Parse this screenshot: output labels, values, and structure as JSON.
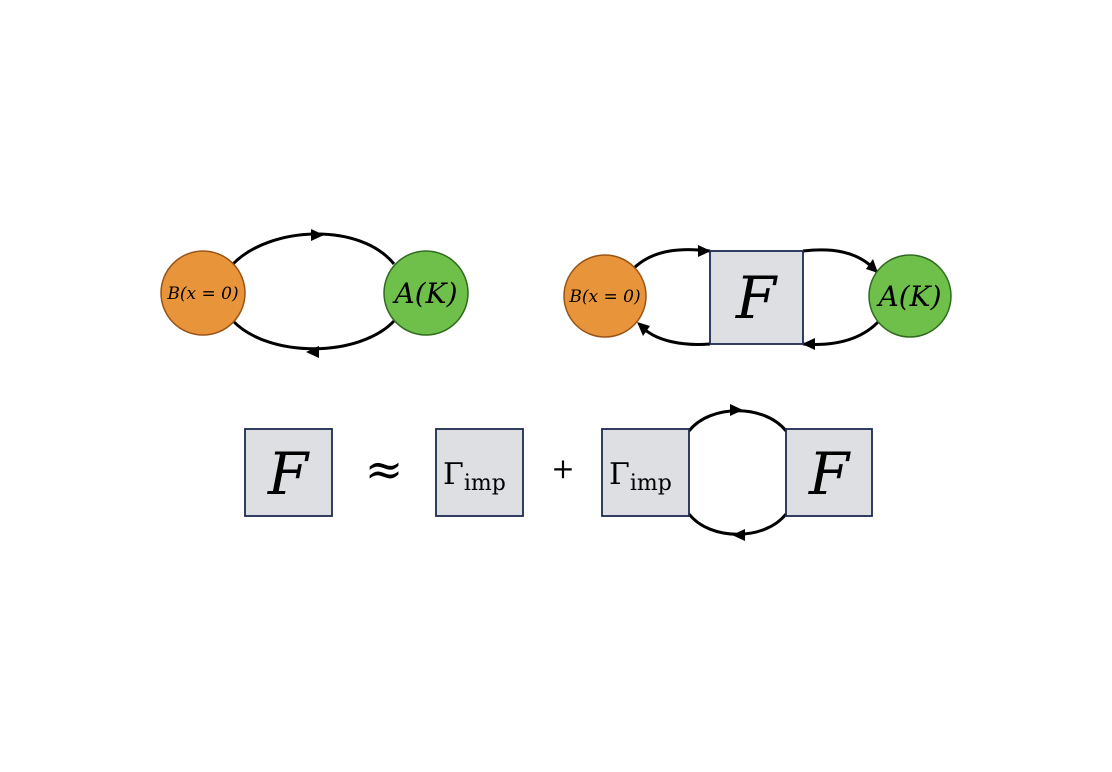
{
  "diagram1": {
    "left_node": "B(x = 0)",
    "right_node": "A(K)",
    "colors": {
      "left": "#e8943a",
      "right": "#6fbf4b"
    }
  },
  "diagram2": {
    "left_node": "B(x = 0)",
    "middle_box": "F",
    "right_node": "A(K)"
  },
  "equation": {
    "lhs": "F",
    "approx": "≈",
    "term1": {
      "symbol": "Γ",
      "subscript": "imp"
    },
    "plus": "+",
    "term2_box1": {
      "symbol": "Γ",
      "subscript": "imp"
    },
    "term2_box2": "F"
  },
  "colors": {
    "box_fill": "#dddfe2",
    "box_stroke": "#1d2a52",
    "line": "#000000"
  }
}
